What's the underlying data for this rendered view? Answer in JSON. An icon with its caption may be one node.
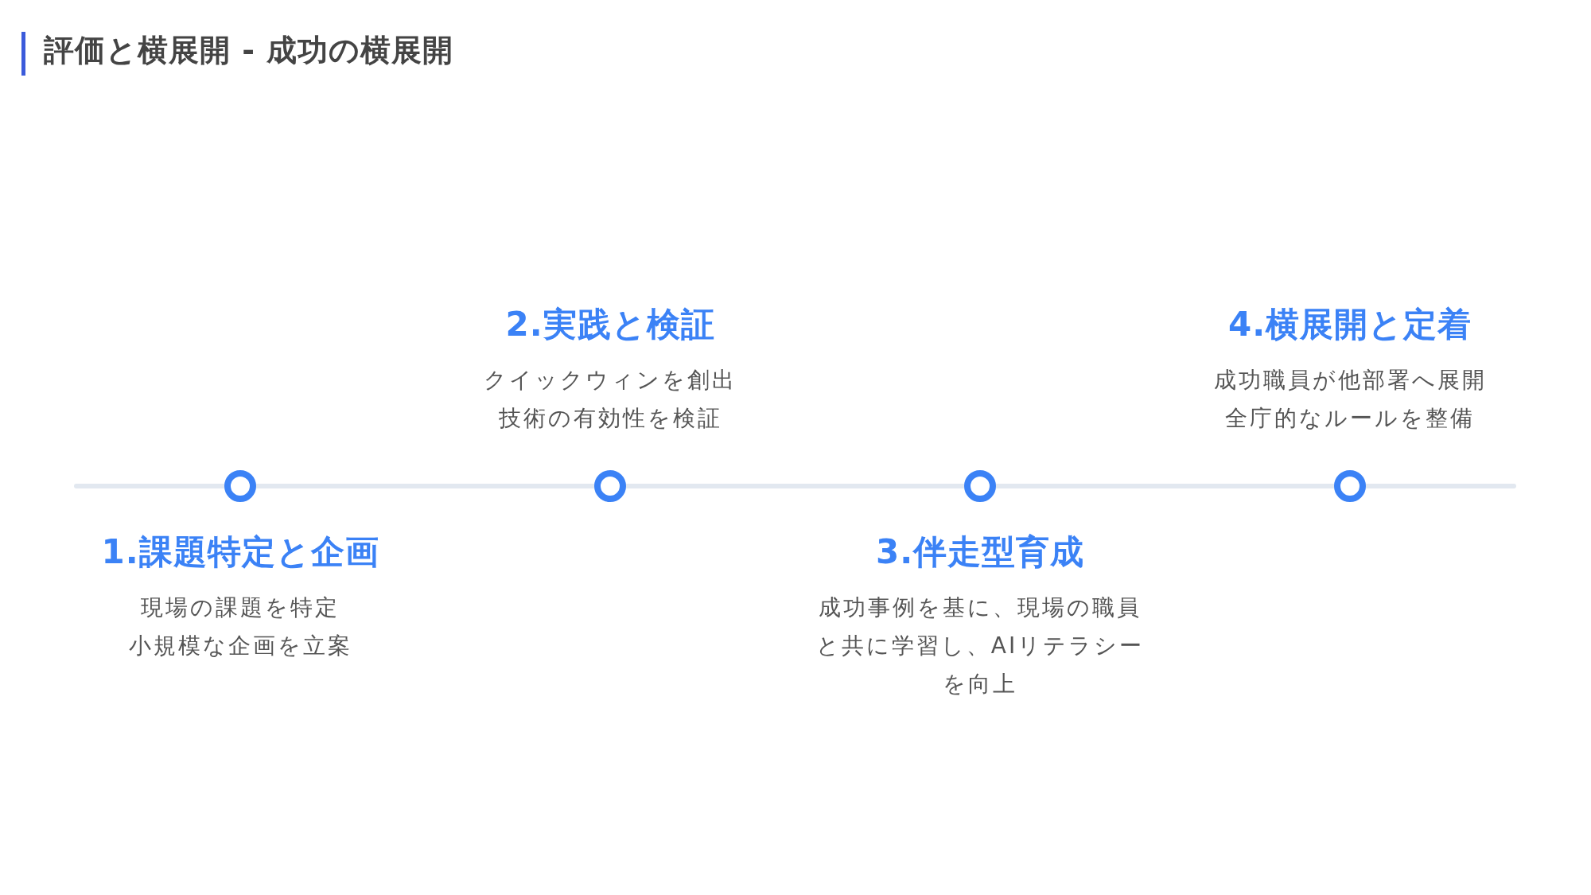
{
  "diagram": {
    "title": "評価と横展開 - 成功の横展開",
    "nodes": [
      {
        "text": [
          "1.課題特定と企画",
          "現場の課題を特定",
          "小規模な企画を立案"
        ]
      },
      {
        "text": [
          "2.実践と検証",
          "クイックウィンを創出",
          "技術の有効性を検証"
        ]
      },
      {
        "text": [
          "3.伴走型育成",
          "成功事例を基に、現場の職員と共に学習し、AIリテラシーを向上"
        ]
      },
      {
        "text": [
          "4.横展開と定着",
          "成功職員が他部署へ展開",
          "全庁的なルールを整備"
        ]
      }
    ]
  }
}
